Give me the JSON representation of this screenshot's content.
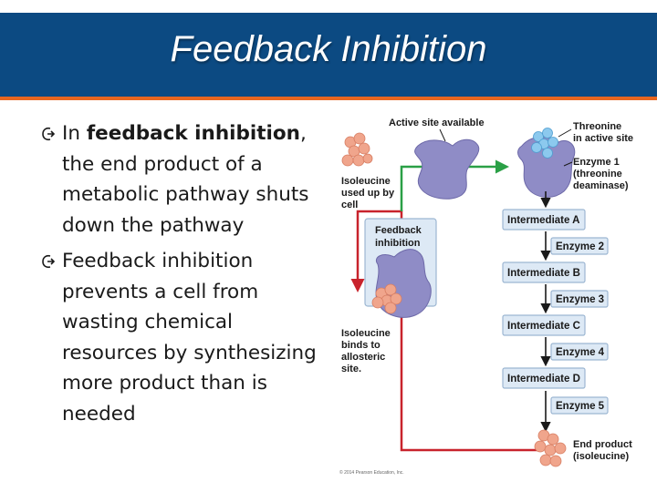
{
  "slide": {
    "title": "Feedback Inhibition",
    "bullets": [
      {
        "lead": "In ",
        "bold": "feedback inhibition",
        "rest": ", the end product of a metabolic pathway shuts down the pathway"
      },
      {
        "lead": "Feedback inhibition prevents a cell from wasting chemical resources by synthesizing more product than is needed",
        "bold": "",
        "rest": ""
      }
    ]
  },
  "diagram": {
    "active_site_label": "Active site available",
    "threonine_label": [
      "Threonine",
      "in active site"
    ],
    "enzyme1_label": [
      "Enzyme 1",
      "(threonine",
      "deaminase)"
    ],
    "isoleucine_used_label": [
      "Isoleucine",
      "used up by",
      "cell"
    ],
    "feedback_box_label": [
      "Feedback",
      "inhibition"
    ],
    "isoleucine_binds_label": [
      "Isoleucine",
      "binds to",
      "allosteric",
      "site."
    ],
    "intermediates": [
      "Intermediate A",
      "Intermediate B",
      "Intermediate C",
      "Intermediate D"
    ],
    "enzymes": [
      "Enzyme 2",
      "Enzyme 3",
      "Enzyme 4",
      "Enzyme 5"
    ],
    "end_product_label": [
      "End product",
      "(isoleucine)"
    ],
    "copyright": "© 2014 Pearson Education, Inc.",
    "colors": {
      "title_band": "#0c4a82",
      "accent": "#e8661f",
      "enzyme": "#8f8cc6",
      "box_fill": "#dde9f5",
      "box_stroke": "#9cb6d2",
      "inhibit_arrow": "#c8232c",
      "green_arrow": "#2aa046",
      "molecule": "#f0a58c",
      "threonine": "#8cc9ee"
    }
  }
}
